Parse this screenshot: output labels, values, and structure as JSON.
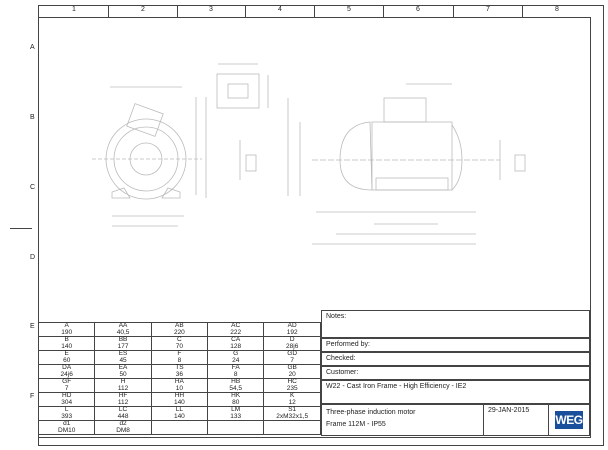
{
  "ruler": {
    "columns": [
      "1",
      "2",
      "3",
      "4",
      "5",
      "6",
      "7",
      "8"
    ],
    "rows": [
      "A",
      "B",
      "C",
      "D",
      "E",
      "F"
    ]
  },
  "dimensions": [
    [
      {
        "k": "A",
        "v": "190"
      },
      {
        "k": "AA",
        "v": "40,5"
      },
      {
        "k": "AB",
        "v": "220"
      },
      {
        "k": "AC",
        "v": "222"
      },
      {
        "k": "AD",
        "v": "192"
      }
    ],
    [
      {
        "k": "B",
        "v": "140"
      },
      {
        "k": "BB",
        "v": "177"
      },
      {
        "k": "C",
        "v": "70"
      },
      {
        "k": "CA",
        "v": "128"
      },
      {
        "k": "D",
        "v": "28j6"
      }
    ],
    [
      {
        "k": "E",
        "v": "60"
      },
      {
        "k": "ES",
        "v": "45"
      },
      {
        "k": "F",
        "v": "8"
      },
      {
        "k": "G",
        "v": "24"
      },
      {
        "k": "GD",
        "v": "7"
      }
    ],
    [
      {
        "k": "DA",
        "v": "24j6"
      },
      {
        "k": "EA",
        "v": "50"
      },
      {
        "k": "TS",
        "v": "36"
      },
      {
        "k": "FA",
        "v": "8"
      },
      {
        "k": "GB",
        "v": "20"
      }
    ],
    [
      {
        "k": "GF",
        "v": "7"
      },
      {
        "k": "H",
        "v": "112"
      },
      {
        "k": "HA",
        "v": "10"
      },
      {
        "k": "HB",
        "v": "54,5"
      },
      {
        "k": "HC",
        "v": "235"
      }
    ],
    [
      {
        "k": "HD",
        "v": "304"
      },
      {
        "k": "HF",
        "v": "112"
      },
      {
        "k": "HH",
        "v": "140"
      },
      {
        "k": "HK",
        "v": "80"
      },
      {
        "k": "K",
        "v": "12"
      }
    ],
    [
      {
        "k": "L",
        "v": "393"
      },
      {
        "k": "LC",
        "v": "448"
      },
      {
        "k": "LL",
        "v": "140"
      },
      {
        "k": "LM",
        "v": "133"
      },
      {
        "k": "S1",
        "v": "2xM32x1,5"
      }
    ],
    [
      {
        "k": "d1",
        "v": "DM10"
      },
      {
        "k": "d2",
        "v": "DM8"
      },
      {
        "k": "",
        "v": ""
      },
      {
        "k": "",
        "v": ""
      },
      {
        "k": "",
        "v": ""
      }
    ]
  ],
  "title_block": {
    "notes_label": "Notes:",
    "performed_by_label": "Performed by:",
    "checked_label": "Checked:",
    "customer_label": "Customer:",
    "product_line": "W22 - Cast Iron Frame - High Efficiency - IE2",
    "description": "Three-phase induction motor",
    "frame": "Frame  112M - IP55",
    "date": "29-JAN-2015",
    "logo_text": "WEG"
  }
}
